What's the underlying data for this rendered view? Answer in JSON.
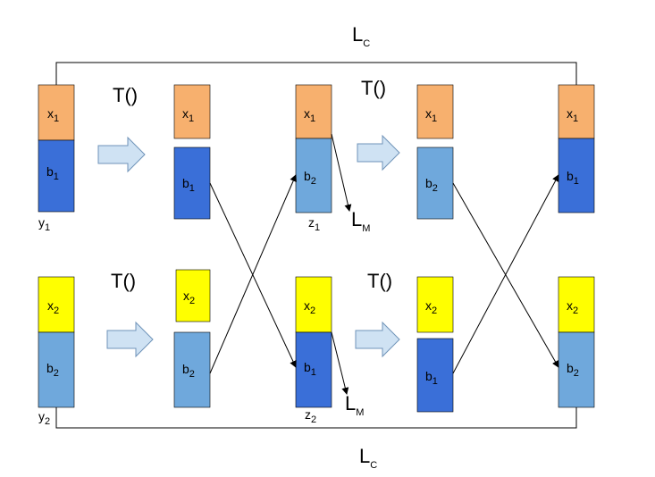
{
  "colors": {
    "orange": "#f7b06e",
    "yellow": "#ffff00",
    "dark_blue": "#3a6fd8",
    "light_blue": "#6fa8dc",
    "arrow_fill": "#cfe2f3",
    "arrow_stroke": "#6f93b8"
  },
  "loss_top": {
    "main": "L",
    "sub": "C"
  },
  "loss_bottom": {
    "main": "L",
    "sub": "C"
  },
  "loss_m_top": {
    "main": "L",
    "sub": "M"
  },
  "loss_m_bottom": {
    "main": "L",
    "sub": "M"
  },
  "transforms": [
    "T()",
    "T()",
    "T()",
    "T()"
  ],
  "col0": {
    "top_x": {
      "main": "x",
      "sub": "1"
    },
    "top_b": {
      "main": "b",
      "sub": "1"
    },
    "top_y": {
      "main": "y",
      "sub": "1"
    },
    "bot_x": {
      "main": "x",
      "sub": "2"
    },
    "bot_b": {
      "main": "b",
      "sub": "2"
    },
    "bot_y": {
      "main": "y",
      "sub": "2"
    }
  },
  "col1": {
    "top_x": {
      "main": "x",
      "sub": "1"
    },
    "top_b": {
      "main": "b",
      "sub": "1"
    },
    "bot_x": {
      "main": "x",
      "sub": "2"
    },
    "bot_b": {
      "main": "b",
      "sub": "2"
    }
  },
  "col2": {
    "top_x": {
      "main": "x",
      "sub": "1"
    },
    "top_b": {
      "main": "b",
      "sub": "2"
    },
    "top_z": {
      "main": "z",
      "sub": "1"
    },
    "bot_x": {
      "main": "x",
      "sub": "2"
    },
    "bot_b": {
      "main": "b",
      "sub": "1"
    },
    "bot_z": {
      "main": "z",
      "sub": "2"
    }
  },
  "col3": {
    "top_x": {
      "main": "x",
      "sub": "1"
    },
    "top_b": {
      "main": "b",
      "sub": "2"
    },
    "bot_x": {
      "main": "x",
      "sub": "2"
    },
    "bot_b": {
      "main": "b",
      "sub": "1"
    }
  },
  "col4": {
    "top_x": {
      "main": "x",
      "sub": "1"
    },
    "top_b": {
      "main": "b",
      "sub": "1"
    },
    "bot_x": {
      "main": "x",
      "sub": "2"
    },
    "bot_b": {
      "main": "b",
      "sub": "2"
    }
  }
}
